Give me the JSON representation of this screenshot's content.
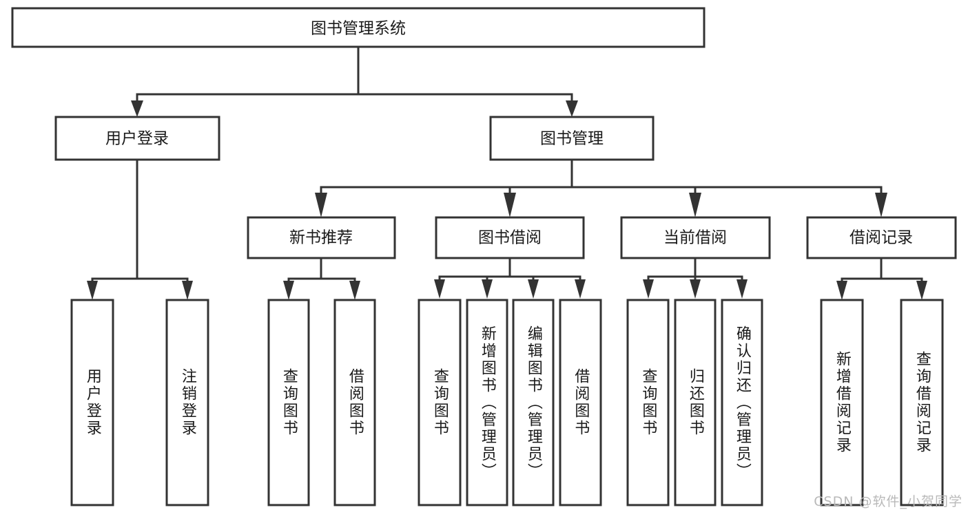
{
  "diagram": {
    "title": "图书管理系统",
    "type": "tree-hierarchy-chart",
    "watermark": "CSDN @软件_小贺同学",
    "colors": {
      "box_stroke": "#333333",
      "box_fill": "#ffffff",
      "text": "#1a1a1a",
      "watermark": "#b9b9b9",
      "background": "#ffffff"
    },
    "root": {
      "label": "图书管理系统"
    },
    "level2": [
      {
        "id": "user-login",
        "label": "用户登录"
      },
      {
        "id": "book-manage",
        "label": "图书管理"
      }
    ],
    "level3": [
      {
        "id": "new-book-recommend",
        "label": "新书推荐"
      },
      {
        "id": "book-borrow",
        "label": "图书借阅"
      },
      {
        "id": "current-borrow",
        "label": "当前借阅"
      },
      {
        "id": "borrow-record",
        "label": "借阅记录"
      }
    ],
    "leaves": [
      {
        "id": "leaf-user-login",
        "label": "用户登录",
        "parent": "user-login"
      },
      {
        "id": "leaf-logout-login",
        "label": "注销登录",
        "parent": "user-login"
      },
      {
        "id": "leaf-query-book-1",
        "label": "查询图书",
        "parent": "new-book-recommend"
      },
      {
        "id": "leaf-borrow-book-1",
        "label": "借阅图书",
        "parent": "new-book-recommend"
      },
      {
        "id": "leaf-query-book-2",
        "label": "查询图书",
        "parent": "book-borrow"
      },
      {
        "id": "leaf-add-book",
        "label": "新增图书（管理员）",
        "parent": "book-borrow"
      },
      {
        "id": "leaf-edit-book",
        "label": "编辑图书（管理员）",
        "parent": "book-borrow"
      },
      {
        "id": "leaf-borrow-book-2",
        "label": "借阅图书",
        "parent": "book-borrow"
      },
      {
        "id": "leaf-query-book-3",
        "label": "查询图书",
        "parent": "current-borrow"
      },
      {
        "id": "leaf-return-book",
        "label": "归还图书",
        "parent": "current-borrow"
      },
      {
        "id": "leaf-confirm-return",
        "label": "确认归还（管理员）",
        "parent": "current-borrow"
      },
      {
        "id": "leaf-add-record",
        "label": "新增借阅记录",
        "parent": "borrow-record"
      },
      {
        "id": "leaf-query-record",
        "label": "查询借阅记录",
        "parent": "borrow-record"
      }
    ]
  }
}
